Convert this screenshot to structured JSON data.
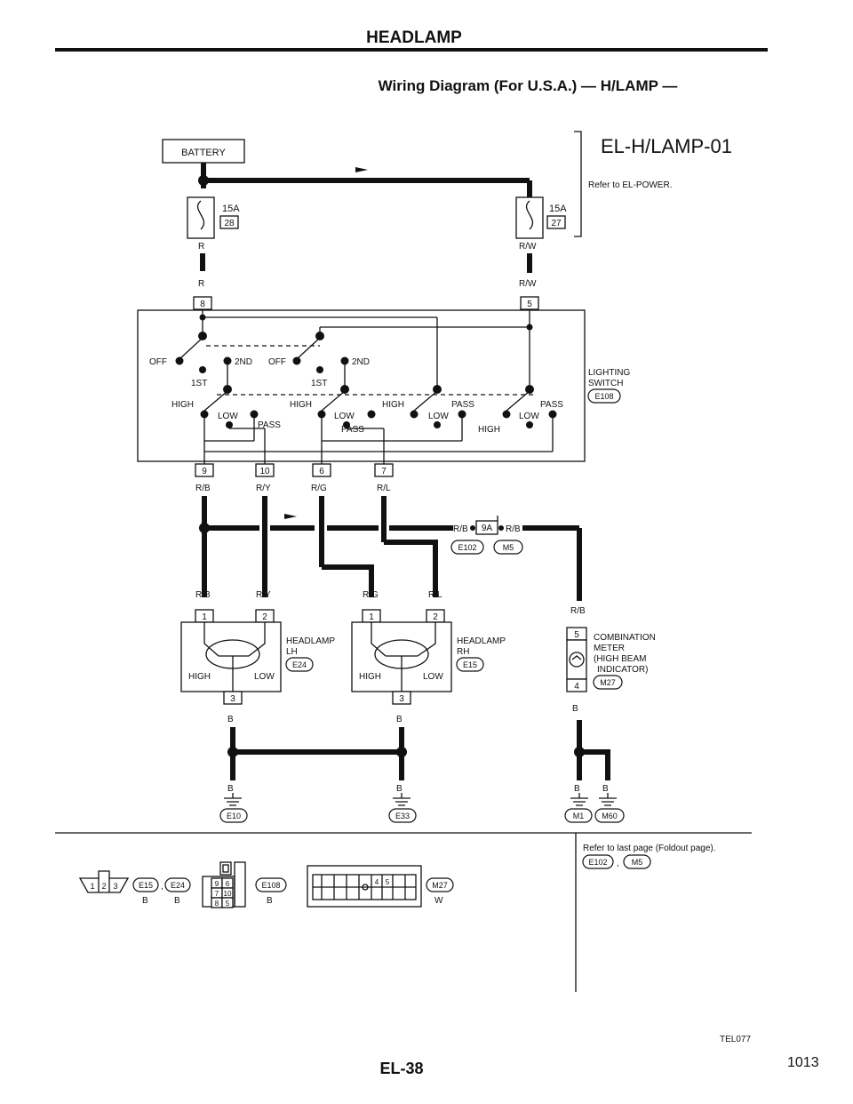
{
  "header": {
    "title": "HEADLAMP",
    "subtitle": "Wiring Diagram (For U.S.A.) — H/LAMP —"
  },
  "diagram": {
    "code": "EL-H/LAMP-01",
    "refer_power": "Refer to EL-POWER.",
    "battery": "BATTERY",
    "fuse_left": {
      "amp": "15A",
      "num": "28"
    },
    "fuse_right": {
      "amp": "15A",
      "num": "27"
    },
    "wire_r": "R",
    "wire_rw": "R/W",
    "wire_rb": "R/B",
    "wire_ry": "R/Y",
    "wire_rg": "R/G",
    "wire_rl": "R/L",
    "wire_b": "B",
    "lighting_switch": {
      "line1": "LIGHTING",
      "line2": "SWITCH",
      "conn": "E108"
    },
    "switch_labels": {
      "off": "OFF",
      "first": "1ST",
      "second": "2ND",
      "high": "HIGH",
      "low": "LOW",
      "pass": "PASS"
    },
    "pins": {
      "sw_top_left": "8",
      "sw_top_right": "5",
      "sw_b1": "9",
      "sw_b2": "10",
      "sw_b3": "6",
      "sw_b4": "7",
      "joint": "9A",
      "hl_1": "1",
      "hl_2": "2",
      "hl_3": "3",
      "meter_top": "5",
      "meter_bottom": "4"
    },
    "joint_conns": [
      "E102",
      "M5"
    ],
    "headlamp_lh": {
      "line1": "HEADLAMP",
      "line2": "LH",
      "conn": "E24"
    },
    "headlamp_rh": {
      "line1": "HEADLAMP",
      "line2": "RH",
      "conn": "E15"
    },
    "lamp_high": "HIGH",
    "lamp_low": "LOW",
    "meter": {
      "line1": "COMBINATION",
      "line2": "METER",
      "line3": "(HIGH BEAM",
      "line4": "INDICATOR)",
      "conn": "M27"
    },
    "grounds": [
      "E10",
      "E33",
      "M1",
      "M60"
    ]
  },
  "footer": {
    "refer_last": "Refer to last page (Foldout page).",
    "refer_conns": [
      "E102",
      "M5"
    ],
    "connector_a": {
      "pins": [
        "1",
        "2",
        "3"
      ],
      "names": [
        "E15",
        "E24"
      ],
      "colors": [
        "B",
        "B"
      ]
    },
    "connector_b": {
      "pins": [
        "9",
        "6",
        "7",
        "10",
        "8",
        "5"
      ],
      "name": "E108",
      "color": "B"
    },
    "connector_c": {
      "pins": [
        "4",
        "5"
      ],
      "name": "M27",
      "color": "W"
    },
    "code": "TEL077",
    "page": "EL-38",
    "page_number": "1013"
  }
}
